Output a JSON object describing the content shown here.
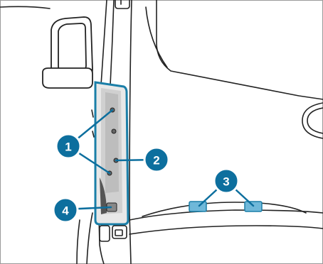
{
  "callouts": [
    {
      "id": "1",
      "label": "1"
    },
    {
      "id": "2",
      "label": "2"
    },
    {
      "id": "3",
      "label": "3"
    },
    {
      "id": "4",
      "label": "4"
    }
  ],
  "colors": {
    "callout_fill": "#0d6f9e",
    "callout_ring": "#ffffff",
    "highlight_panel": "#1b7fa8",
    "line_art": "#222222",
    "pad_fill": "#6fb8d9"
  }
}
